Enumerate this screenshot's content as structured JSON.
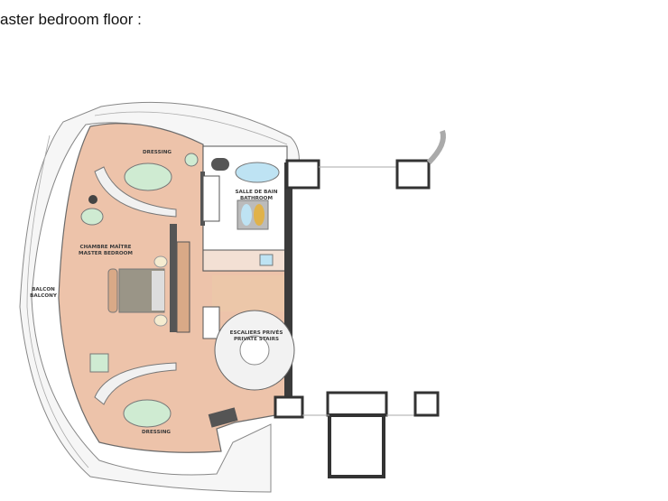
{
  "page": {
    "title": "aster bedroom floor :"
  },
  "plan": {
    "rooms": {
      "dressing_top": "DRESSING",
      "bath_fr": "SALLE DE BAIN",
      "bath_en": "BATHROOM",
      "bedroom_fr": "CHAMBRE MAÎTRE",
      "bedroom_en": "MASTER BEDROOM",
      "balcony_fr": "BALCON",
      "balcony_en": "BALCONY",
      "stairs_fr": "ESCALIERS PRIVÉS",
      "stairs_en": "PRIVATE STAIRS",
      "dressing_bottom": "DRESSING"
    },
    "colors": {
      "floor": "#EDC3AA",
      "wall": "#4a4a4a",
      "fixture_green": "#CFEBD2",
      "bath_blue": "#BEE3F3",
      "bed": "#9A9587"
    }
  }
}
